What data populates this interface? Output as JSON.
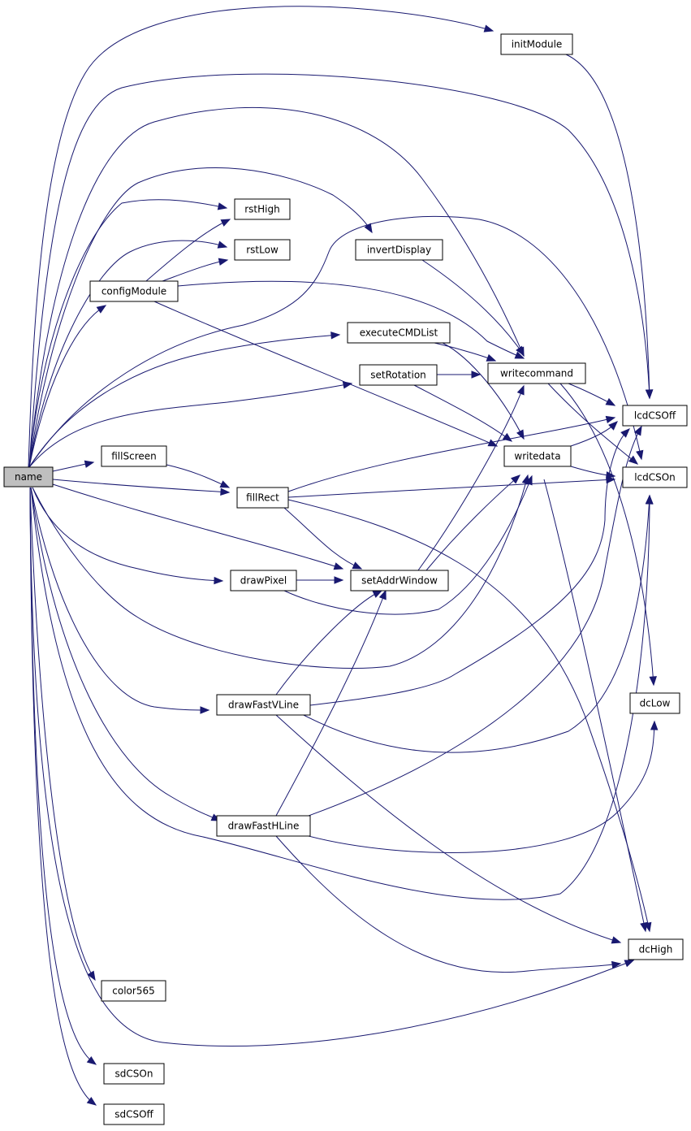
{
  "colors": {
    "edge": "#191970",
    "root_fill": "#bfbfbf",
    "node_fill": "#ffffff",
    "node_border": "#000000"
  },
  "nodes": {
    "name": "name",
    "initModule": "initModule",
    "rstHigh": "rstHigh",
    "rstLow": "rstLow",
    "invertDisplay": "invertDisplay",
    "configModule": "configModule",
    "executeCMDList": "executeCMDList",
    "setRotation": "setRotation",
    "writecommand": "writecommand",
    "lcdCSOff": "lcdCSOff",
    "fillScreen": "fillScreen",
    "writedata": "writedata",
    "lcdCSOn": "lcdCSOn",
    "fillRect": "fillRect",
    "drawPixel": "drawPixel",
    "setAddrWindow": "setAddrWindow",
    "drawFastVLine": "drawFastVLine",
    "dcLow": "dcLow",
    "drawFastHLine": "drawFastHLine",
    "dcHigh": "dcHigh",
    "color565": "color565",
    "sdCSOn": "sdCSOn",
    "sdCSOff": "sdCSOff"
  }
}
